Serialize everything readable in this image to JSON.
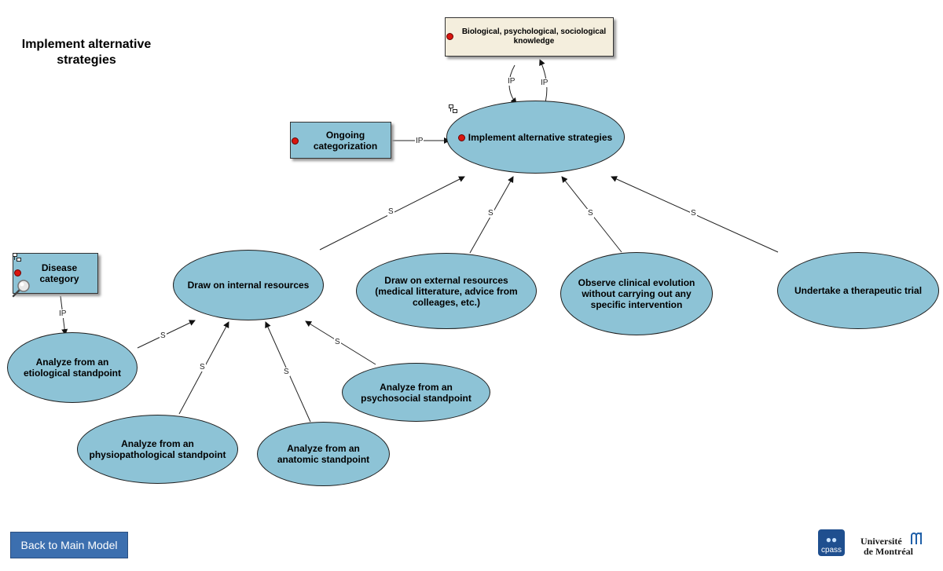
{
  "page": {
    "title": "Implement alternative strategies"
  },
  "nodes": {
    "bio_knowledge": "Biological, psychological, sociological knowledge",
    "implement": "Implement alternative strategies",
    "ongoing": "Ongoing categorization",
    "disease": "Disease category",
    "internal": "Draw on internal resources",
    "external": "Draw on external resources (medical litterature, advice from colleages, etc.)",
    "observe": "Observe clinical evolution without carrying out any specific intervention",
    "trial": "Undertake a therapeutic trial",
    "etiological": "Analyze from an etiological standpoint",
    "physio": "Analyze from an physiopathological standpoint",
    "anatomic": "Analyze from an anatomic standpoint",
    "psychosocial": "Analyze from an psychosocial standpoint"
  },
  "links": {
    "ip": "IP",
    "s": "S"
  },
  "nav": {
    "back_label": "Back to Main Model"
  },
  "logos": {
    "cpass": "cpass",
    "udem_line1": "Université",
    "udem_line2": "de Montréal"
  },
  "colors": {
    "node_fill": "#8dc3d6",
    "knowledge_fill": "#f4eedd",
    "marker": "#d9160f",
    "button": "#3c6faf"
  }
}
